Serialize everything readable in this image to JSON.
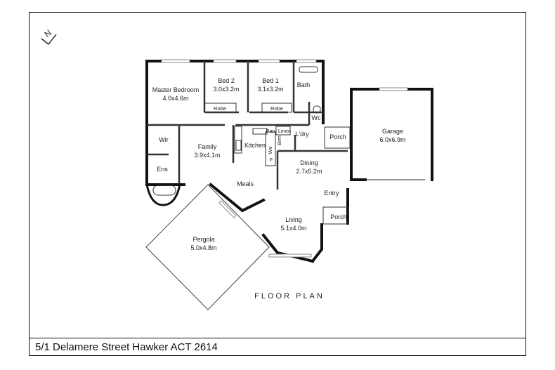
{
  "title": "FLOOR PLAN",
  "address": "5/1 Delamere Street Hawker ACT 2614",
  "compass": "N",
  "rooms": {
    "master": {
      "name": "Master Bedroom",
      "dim": "4.0x4.6m"
    },
    "bed2": {
      "name": "Bed 2",
      "dim": "3.0x3.2m"
    },
    "bed1": {
      "name": "Bed 1",
      "dim": "3.1x3.2m"
    },
    "bath": {
      "name": "Bath"
    },
    "wc": {
      "name": "Wc"
    },
    "robe1": {
      "name": "Robe"
    },
    "robe2": {
      "name": "Robe"
    },
    "wir": {
      "name": "Wir"
    },
    "ens": {
      "name": "Ens"
    },
    "family": {
      "name": "Family",
      "dim": "3.9x4.1m"
    },
    "kitchen": {
      "name": "Kitchen"
    },
    "pan": {
      "name": "Pan"
    },
    "linen": {
      "name": "Linen"
    },
    "ldry": {
      "name": "L'dry"
    },
    "brm": {
      "name": "Brm"
    },
    "wo": {
      "name": "Wo"
    },
    "f": {
      "name": "F"
    },
    "porch_top": {
      "name": "Porch"
    },
    "garage": {
      "name": "Garage",
      "dim": "6.0x6.9m"
    },
    "dining": {
      "name": "Dining",
      "dim": "2.7x5.2m"
    },
    "meals": {
      "name": "Meals"
    },
    "entry": {
      "name": "Entry"
    },
    "porch_bottom": {
      "name": "Porch"
    },
    "living": {
      "name": "Living",
      "dim": "5.1x4.0m"
    },
    "pergola": {
      "name": "Pergola",
      "dim": "5.0x4.8m"
    }
  }
}
